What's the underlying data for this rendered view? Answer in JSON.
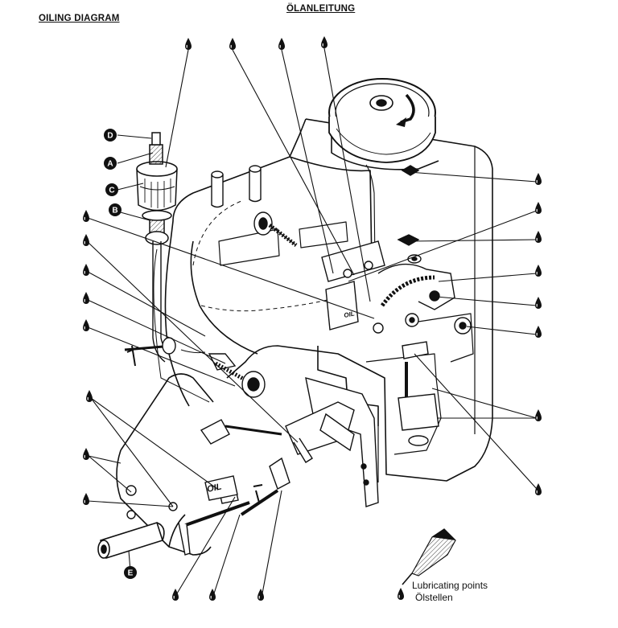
{
  "titles": {
    "english": "OILING DIAGRAM",
    "german": "ÖLANLEITUNG"
  },
  "callouts": {
    "A": "A",
    "B": "B",
    "C": "C",
    "D": "D",
    "E": "E"
  },
  "machine_labels": {
    "oil_plate_arm": "OIL",
    "oil_plate_head": "OIL"
  },
  "legend": {
    "english": "Lubricating points",
    "german": "Ölstellen",
    "icon": "oil-drop-icon"
  },
  "colors": {
    "ink": "#111111",
    "paper": "#ffffff"
  }
}
